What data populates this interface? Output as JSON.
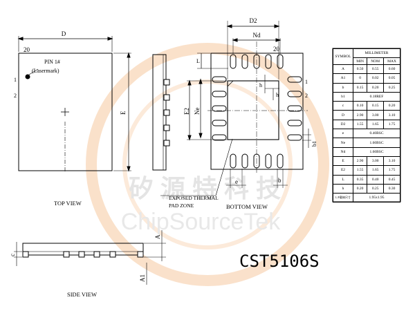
{
  "part_number": "CST5106S",
  "watermark": {
    "cn": "矽 源 特 科 技",
    "en": "ChipSourceTek"
  },
  "top_view": {
    "label": "TOP VIEW",
    "dim_D": "D",
    "dim_E": "E",
    "pin_count": "20",
    "pin1_line1": "PIN 1#",
    "pin1_line2": "(Lasermark)",
    "pin_no_1": "1",
    "pin_no_2": "2"
  },
  "bottom_view": {
    "label": "BOTTOM VIEW",
    "dim_D2": "D2",
    "dim_Nd": "Nd",
    "dim_E2": "E2",
    "dim_Ne": "Ne",
    "dim_L": "L",
    "dim_h": "h",
    "dim_h2": "h",
    "dim_b": "b",
    "dim_b1": "b1",
    "dim_e": "e",
    "pin_count": "20",
    "pin_no_1": "1",
    "pin_no_2": "2",
    "exposed_line1": "EXPOSED THERMAL",
    "exposed_line2": "PAD ZONE"
  },
  "side_view": {
    "label": "SIDE VIEW",
    "dim_c": "c",
    "dim_A": "A",
    "dim_A1": "A1"
  },
  "table": {
    "symbol_header": "SYMBOL",
    "unit_header": "MILLIMETER",
    "col_min": "MIN",
    "col_nom": "NOM",
    "col_max": "MAX",
    "rows": [
      {
        "sym": "A",
        "min": "0.50",
        "nom": "0.55",
        "max": "0.60"
      },
      {
        "sym": "A1",
        "min": "0",
        "nom": "0.02",
        "max": "0.05"
      },
      {
        "sym": "b",
        "min": "0.15",
        "nom": "0.20",
        "max": "0.25"
      },
      {
        "sym": "b1",
        "span": "0.18REF"
      },
      {
        "sym": "c",
        "min": "0.10",
        "nom": "0.15",
        "max": "0.20"
      },
      {
        "sym": "D",
        "min": "2.90",
        "nom": "3.00",
        "max": "3.10"
      },
      {
        "sym": "D2",
        "min": "1.55",
        "nom": "1.65",
        "max": "1.75"
      },
      {
        "sym": "e",
        "span": "0.40BSC"
      },
      {
        "sym": "Ne",
        "span": "1.60BSC"
      },
      {
        "sym": "Nd",
        "span": "1.60BSC"
      },
      {
        "sym": "E",
        "min": "2.90",
        "nom": "3.00",
        "max": "3.10"
      },
      {
        "sym": "E2",
        "min": "1.55",
        "nom": "1.65",
        "max": "1.75"
      },
      {
        "sym": "L",
        "min": "0.35",
        "nom": "0.40",
        "max": "0.45"
      },
      {
        "sym": "h",
        "min": "0.20",
        "nom": "0.25",
        "max": "0.30"
      }
    ],
    "footer_label": "L/F载体尺寸",
    "footer_value": "1.95x1.95"
  },
  "colors": {
    "line": "#000000",
    "watermark_ring": "#f6c9a0",
    "watermark_text": "#cfcfcf"
  }
}
